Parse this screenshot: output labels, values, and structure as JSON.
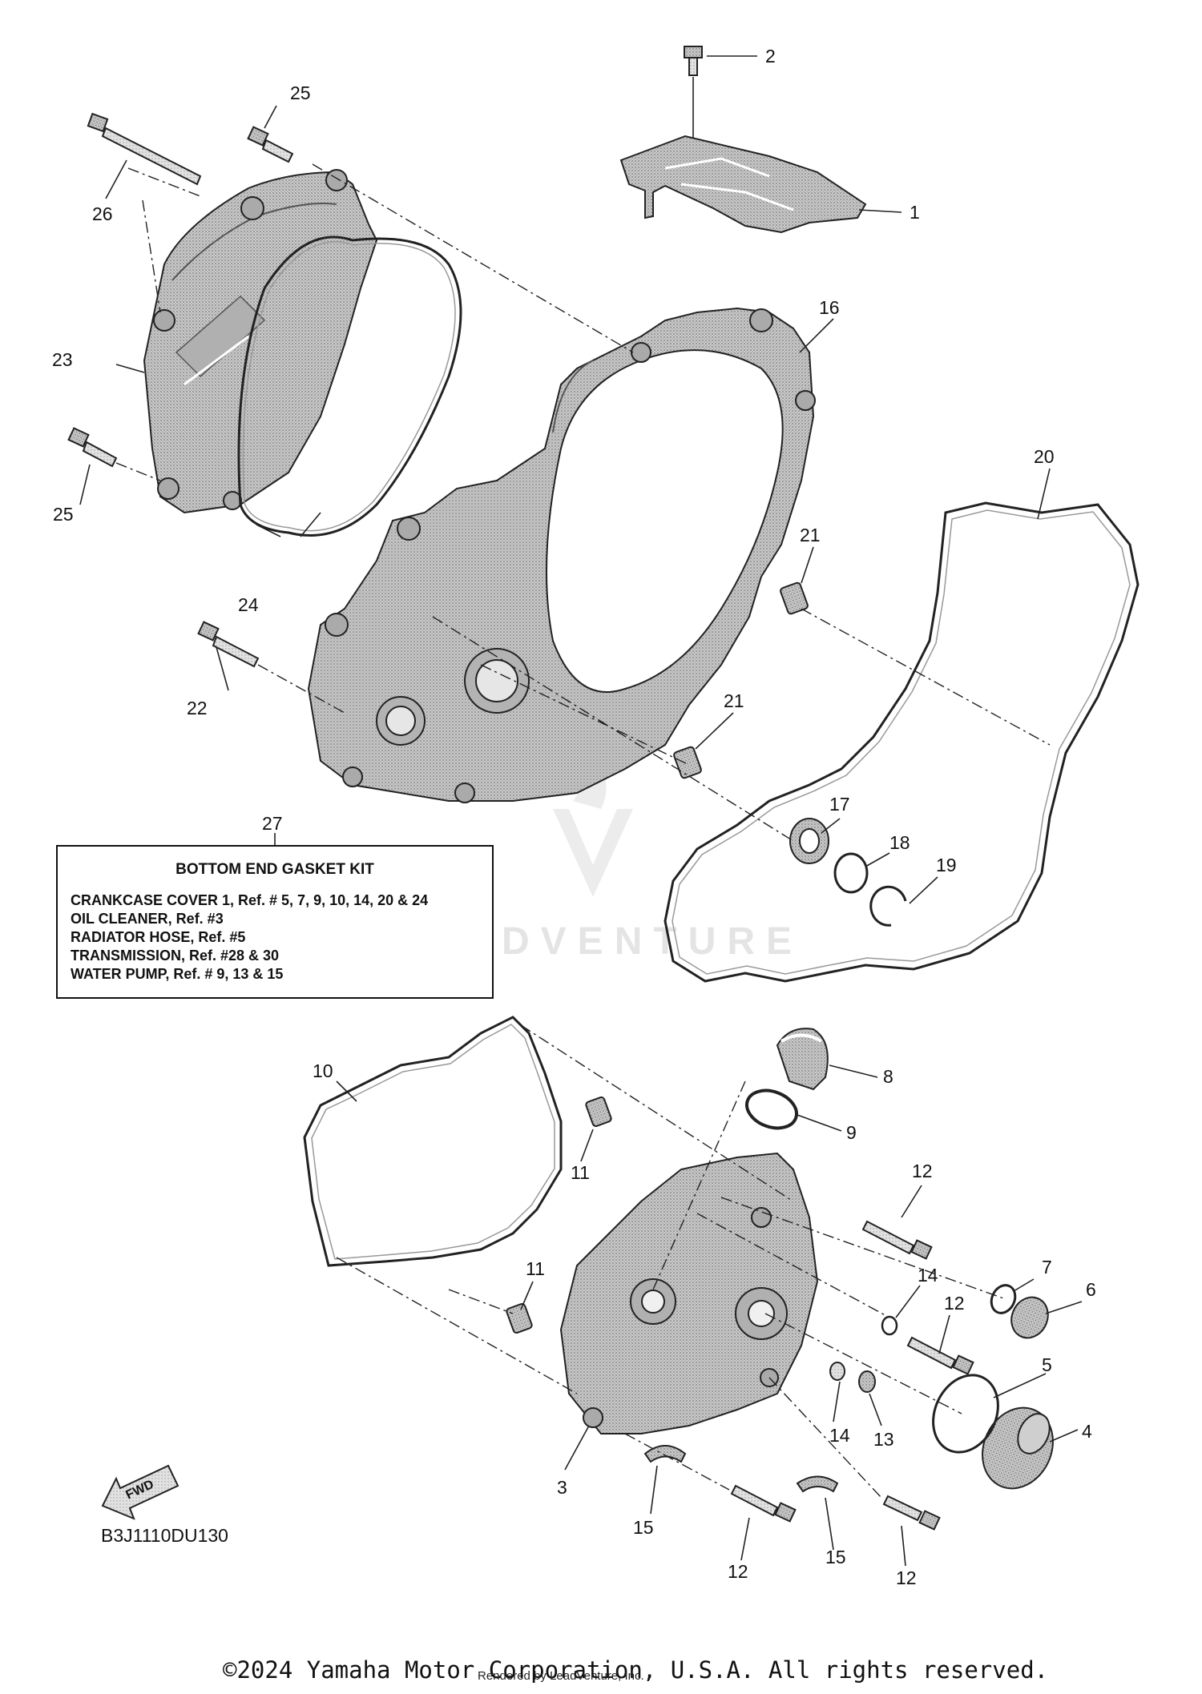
{
  "callouts": [
    {
      "id": "c1",
      "label": "1"
    },
    {
      "id": "c2",
      "label": "2"
    },
    {
      "id": "c3",
      "label": "3"
    },
    {
      "id": "c4",
      "label": "4"
    },
    {
      "id": "c5",
      "label": "5"
    },
    {
      "id": "c6",
      "label": "6"
    },
    {
      "id": "c7",
      "label": "7"
    },
    {
      "id": "c8",
      "label": "8"
    },
    {
      "id": "c9",
      "label": "9"
    },
    {
      "id": "c10",
      "label": "10"
    },
    {
      "id": "c11a",
      "label": "11"
    },
    {
      "id": "c11b",
      "label": "11"
    },
    {
      "id": "c12a",
      "label": "12"
    },
    {
      "id": "c12b",
      "label": "12"
    },
    {
      "id": "c12c",
      "label": "12"
    },
    {
      "id": "c12d",
      "label": "12"
    },
    {
      "id": "c13",
      "label": "13"
    },
    {
      "id": "c14a",
      "label": "14"
    },
    {
      "id": "c14b",
      "label": "14"
    },
    {
      "id": "c15a",
      "label": "15"
    },
    {
      "id": "c15b",
      "label": "15"
    },
    {
      "id": "c16",
      "label": "16"
    },
    {
      "id": "c17",
      "label": "17"
    },
    {
      "id": "c18",
      "label": "18"
    },
    {
      "id": "c19",
      "label": "19"
    },
    {
      "id": "c20",
      "label": "20"
    },
    {
      "id": "c21a",
      "label": "21"
    },
    {
      "id": "c21b",
      "label": "21"
    },
    {
      "id": "c22",
      "label": "22"
    },
    {
      "id": "c23",
      "label": "23"
    },
    {
      "id": "c24",
      "label": "24"
    },
    {
      "id": "c25a",
      "label": "25"
    },
    {
      "id": "c25b",
      "label": "25"
    },
    {
      "id": "c26",
      "label": "26"
    },
    {
      "id": "c27",
      "label": "27"
    }
  ],
  "kit": {
    "title": "BOTTOM END GASKET KIT",
    "lines": [
      "CRANKCASE COVER 1, Ref. # 5, 7, 9, 10, 14, 20 & 24",
      "OIL CLEANER, Ref. #3",
      "RADIATOR HOSE, Ref. #5",
      "TRANSMISSION, Ref. #28 & 30",
      "WATER PUMP, Ref. # 9, 13 & 15"
    ]
  },
  "fwd_label": "FWD",
  "diagram_code": "B3J1110DU130",
  "watermark": "LEADVENTURE",
  "copyright": "©2024 Yamaha Motor Corporation, U.S.A. All rights reserved.",
  "rendered_by": "Rendered by LeadVenture, Inc."
}
